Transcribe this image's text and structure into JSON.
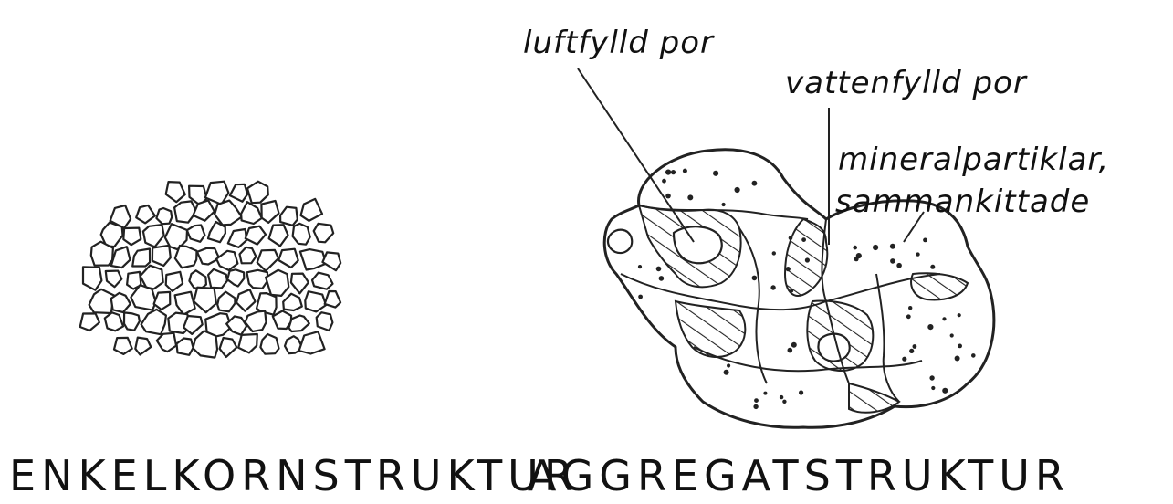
{
  "labels": {
    "air_pore": "luftfylld por",
    "water_pore": "vattenfylld por",
    "mineral_line1": "mineralpartiklar,",
    "mineral_line2": "sammankittade"
  },
  "captions": {
    "left": "ENKELKORNSTRUKTUR",
    "right": "AGGREGATSTRUKTUR"
  },
  "colors": {
    "ink": "#222222",
    "background": "#ffffff"
  }
}
